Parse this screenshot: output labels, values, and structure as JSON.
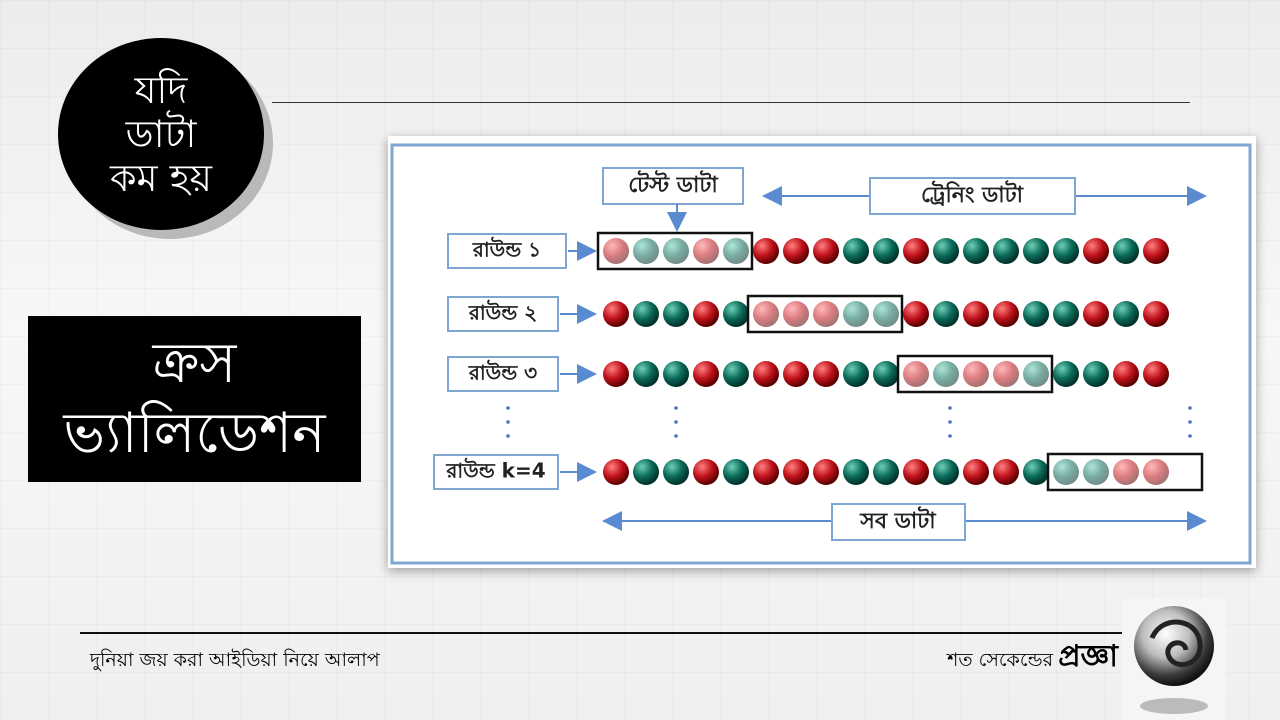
{
  "badge": {
    "lines": [
      "যদি",
      "ডাটা",
      "কম হয়"
    ]
  },
  "title": {
    "lines": [
      "ক্রস",
      "ভ্যালিডেশন"
    ]
  },
  "diagram": {
    "test_label": "টেস্ট ডাটা",
    "train_label": "ট্রেনিং ডাটা",
    "all_label": "সব ডাটা",
    "rounds": [
      {
        "label": "রাউন্ড ১",
        "test_start": 0,
        "balls": [
          "r",
          "g",
          "g",
          "r",
          "g",
          "r",
          "r",
          "r",
          "g",
          "g",
          "r",
          "g",
          "g",
          "g",
          "g",
          "g",
          "r",
          "g",
          "r"
        ]
      },
      {
        "label": "রাউন্ড ২",
        "test_start": 5,
        "balls": [
          "r",
          "g",
          "g",
          "r",
          "g",
          "r",
          "r",
          "r",
          "g",
          "g",
          "r",
          "g",
          "r",
          "r",
          "g",
          "g",
          "r",
          "g",
          "r"
        ]
      },
      {
        "label": "রাউন্ড ৩",
        "test_start": 10,
        "balls": [
          "r",
          "g",
          "g",
          "r",
          "g",
          "r",
          "r",
          "r",
          "g",
          "g",
          "r",
          "g",
          "r",
          "r",
          "g",
          "g",
          "g",
          "r",
          "r"
        ]
      },
      {
        "label": "রাউন্ড k=4",
        "test_start": 15,
        "balls": [
          "r",
          "g",
          "g",
          "r",
          "g",
          "r",
          "r",
          "r",
          "g",
          "g",
          "r",
          "g",
          "r",
          "r",
          "g",
          "g",
          "g",
          "r",
          "r"
        ]
      }
    ],
    "colors": {
      "red": "#c0121b",
      "green": "#0b6b5a",
      "frame": "#7ea6d1",
      "arrow": "#5a8bd0"
    }
  },
  "footer": {
    "tagline": "দুনিয়া জয় করা আইডিয়া নিয়ে আলাপ",
    "small": "শত সেকেন্ডের",
    "brand": "প্রজ্ঞা"
  },
  "logo_icon": "glass-sphere-logo"
}
